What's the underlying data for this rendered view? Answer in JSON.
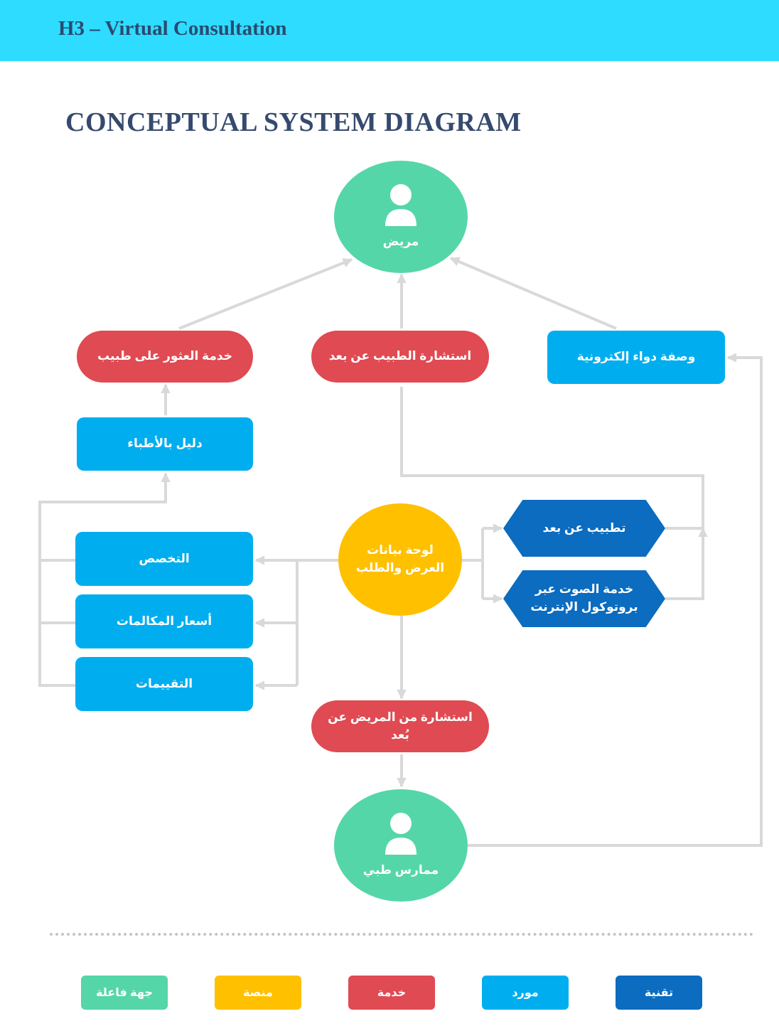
{
  "header": {
    "title": "H3 – Virtual Consultation"
  },
  "page_title": "CONCEPTUAL SYSTEM DIAGRAM",
  "colors": {
    "header_bg": "#2edcff",
    "actor": "#55d6a8",
    "platform": "#ffc000",
    "service": "#e04a52",
    "resource": "#00aeef",
    "technology": "#0b6cc0",
    "connector": "#d9d9d9"
  },
  "nodes": {
    "patient": "مريض",
    "find_doctor": "خدمة العثور على طبيب",
    "remote_doctor_consult": "استشارة الطبيب عن بعد",
    "e_prescription": "وصفة دواء إلكترونية",
    "doctor_directory": "دليل بالأطباء",
    "dashboard_line1": "لوحة بيانات",
    "dashboard_line2": "العرض والطلب",
    "telemedicine": "تطبيب عن بعد",
    "voip_line1": "خدمة الصوت عبر",
    "voip_line2": "بروتوكول الإنترنت",
    "specialty": "التخصص",
    "call_prices": "أسعار المكالمات",
    "ratings": "التقييمات",
    "remote_patient_consult_line1": "استشارة من المريض عن",
    "remote_patient_consult_line2": "بُعد",
    "practitioner": "ممارس طبي"
  },
  "legend": {
    "actor": "جهة فاعلة",
    "platform": "منصة",
    "service": "خدمة",
    "resource": "مورد",
    "technology": "تقنية"
  },
  "icons": {
    "person": "person-icon"
  }
}
